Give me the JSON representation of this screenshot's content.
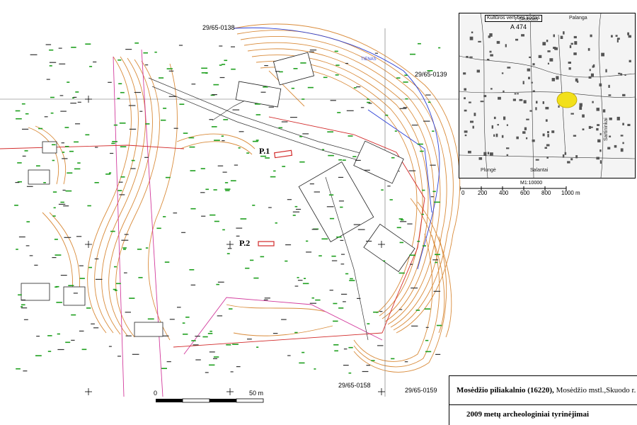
{
  "map": {
    "sheet_labels": [
      "29/65-0138",
      "29/65-0139",
      "29/65-0158",
      "29/65-0159"
    ],
    "pit_labels": [
      "P.1",
      "P.2"
    ],
    "street_label": "TIENAS",
    "scale_bar": {
      "labels": [
        "0",
        "50 m"
      ]
    },
    "colors": {
      "contours": "#d98b3a",
      "survey_points": "#1fa01f",
      "boundary_pink": "#d23a9c",
      "boundary_red": "#d22a2a",
      "blue_line": "#2b3fd6",
      "buildings": "#222222"
    }
  },
  "inset": {
    "heritage_label": "Kultūros vertybės kodas",
    "heritage_code": "A 474",
    "scale_text": "M1:10000",
    "scale_ticks": [
      "0",
      "200",
      "400",
      "600",
      "800",
      "1000 m"
    ],
    "place_labels": [
      "Skuodas",
      "Palanga",
      "Plungė",
      "Salantai",
      "Sartininkai"
    ],
    "highlight_color": "#f2e01a"
  },
  "title_block": {
    "title_bold": "Mosėdžio piliakalnio (16220),",
    "title_rest": " Mosėdžio mstl.,Skuodo r.",
    "subtitle": "2009 metų archeologiniai tyrinėjimai"
  }
}
